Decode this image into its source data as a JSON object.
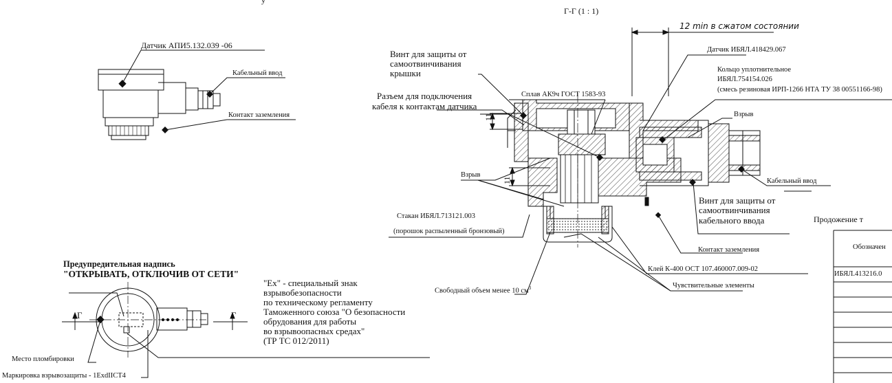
{
  "section_title": "Г-Г  (1 : 1)",
  "top_cut_text": "у",
  "dim_12": "12 min в сжатом состоянии",
  "dim_11a": "11",
  "dim_11b": "11",
  "labels": {
    "sensor_api": "Датчик АПИ5.132.039 -06",
    "cable_entry_left": "Кабельный ввод",
    "ground_contact_left": "Контакт заземления",
    "screw_cover_1": "Винт для защиты от",
    "screw_cover_2": "самоотвинчивания",
    "screw_cover_3": "крышки",
    "connector_1": "Разъем для подключения",
    "connector_2": "кабеля к контактам датчика",
    "alloy": "Сплав АК9ч ГОСТ 1583-93",
    "sensor_ibyal": "Датчик ИБЯЛ.418429.067",
    "ring_1": "Кольцо уплотнительное",
    "ring_2": "ИБЯЛ.754154.026",
    "ring_3": "(смесь резиновая ИРП-1266 НТА ТУ 38 00551166-98)",
    "explosion_right": "Взрыв",
    "explosion_left": "Взрыв",
    "cable_entry_right": "Кабельный ввод",
    "screw_cable_1": "Винт для защиты от",
    "screw_cable_2": "самоотвинчивания",
    "screw_cable_3": "кабельного ввода",
    "cup_1": "Стакан ИБЯЛ.713121.003",
    "cup_2": "(порошок распыленный бронзовый)",
    "ground_contact_right": "Контакт заземления",
    "glue": "Клей К-400 ОСТ 107.460007.009-02",
    "free_volume": "Свободный объем менее 10 см",
    "free_volume_sup": "3",
    "sensitive": "Чувствительные элементы",
    "warning_1": "Предупредительная надпись",
    "warning_2": "\"ОТКРЫВАТЬ, ОТКЛЮЧИВ ОТ СЕТИ\"",
    "ex_1": "\"Ex\" - специальный знак",
    "ex_2": "взрывобезопасности",
    "ex_3": "по техническому регламенту",
    "ex_4": "Таможенного союза \"О безопасности",
    "ex_5": "обрудования для работы",
    "ex_6": "во взрывоопасных средах\"",
    "ex_7": "(ТР ТС 012/2011)",
    "seal_place": "Место пломбировки",
    "ex_marking": "Маркировка взрывозащиты - 1ExdIICT4",
    "section_mark_left": "Г",
    "section_mark_right": "Г"
  },
  "table": {
    "caption": "Продожение т",
    "header": "Обозначен",
    "row1": "ИБЯЛ.413216.0"
  }
}
